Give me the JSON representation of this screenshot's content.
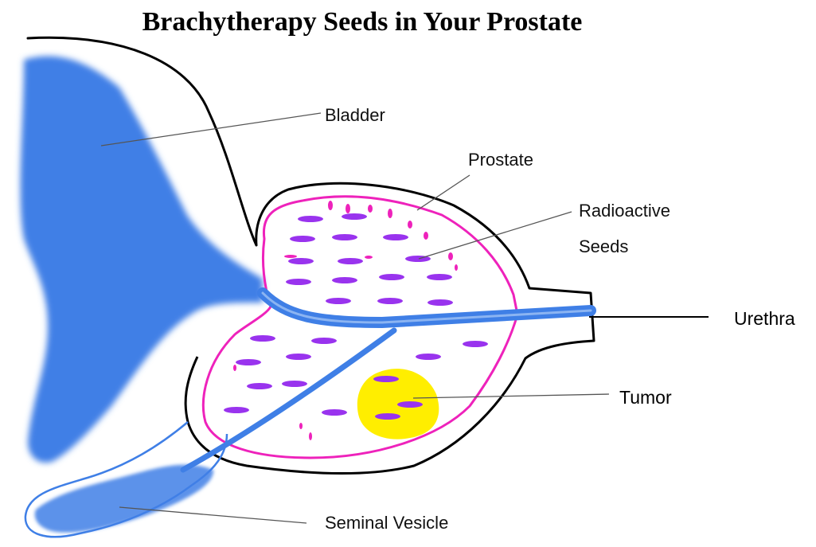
{
  "title": "Brachytherapy Seeds in Your Prostate",
  "labels": {
    "bladder": "Bladder",
    "prostate": "Prostate",
    "radioactive": "Radioactive",
    "seeds": "Seeds",
    "urethra": "Urethra",
    "tumor": "Tumor",
    "seminal_vesicle": "Seminal Vesicle"
  },
  "colors": {
    "urinary_tract": "#3f7fe6",
    "prostate_outline": "#ee22bb",
    "seed": "#9933ee",
    "tumor": "#ffee00",
    "outline": "#000000"
  }
}
